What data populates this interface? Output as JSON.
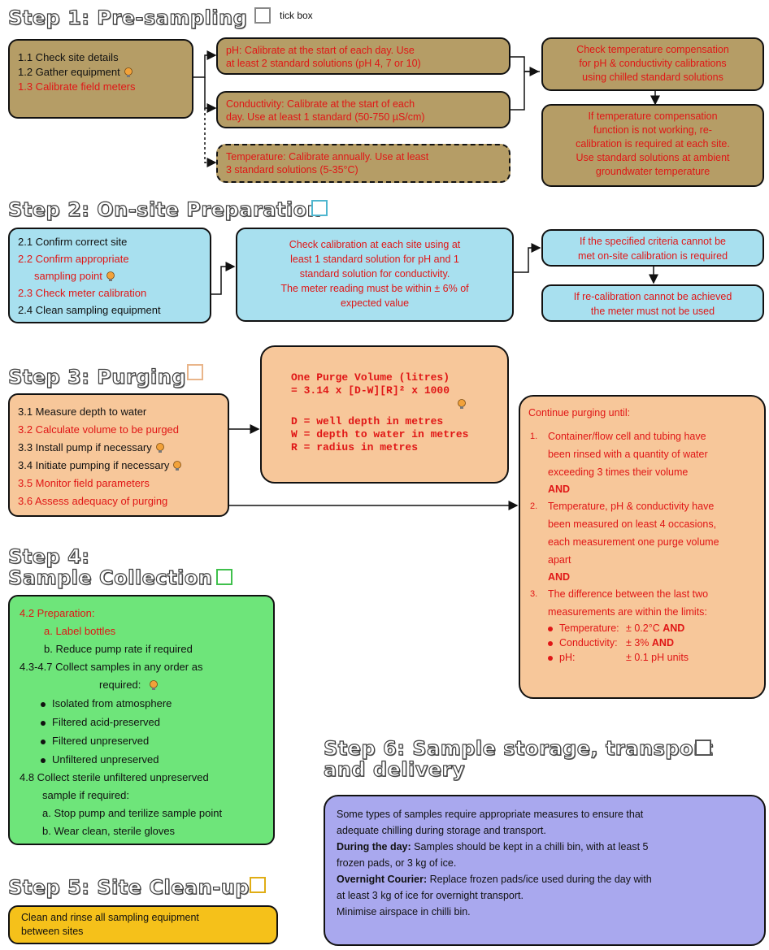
{
  "step1": {
    "title": "Step 1: Pre-sampling",
    "tick_label": "tick box",
    "items": [
      "1.1  Check site details",
      "1.2  Gather equipment",
      "1.3  Calibrate field meters"
    ],
    "ph": [
      "pH: Calibrate at the start of each day. Use",
      "at least 2 standard solutions (pH 4, 7 or 10)"
    ],
    "conductivity": [
      "Conductivity: Calibrate at the start of each",
      "day. Use at least 1 standard (50-750 µS/cm)"
    ],
    "temperature": [
      "Temperature: Calibrate annually. Use at least",
      "3 standard solutions (5-35°C)"
    ],
    "compensation": [
      "Check temperature compensation",
      "for pH & conductivity calibrations",
      "using chilled standard solutions"
    ],
    "recalibration": [
      "If temperature compensation",
      "function is not working, re-",
      "calibration is required at each site.",
      "Use standard solutions at ambient",
      "groundwater temperature"
    ]
  },
  "step2": {
    "title": "Step 2: On-site Preparation",
    "items": [
      "2.1 Confirm correct site",
      "2.2 Confirm appropriate",
      "sampling point",
      "2.3 Check meter calibration",
      "2.4 Clean sampling equipment"
    ],
    "check": [
      "Check calibration at each site using at",
      "least 1 standard solution for pH and 1",
      "standard solution for conductivity.",
      "The meter reading must be within ± 6% of",
      "expected value"
    ],
    "criteria": [
      "If the specified criteria cannot be",
      "met on-site calibration is required"
    ],
    "cannot": [
      "If re-calibration cannot be achieved",
      "the meter must not be used"
    ]
  },
  "step3": {
    "title": "Step 3: Purging",
    "items": [
      "3.1 Measure depth to water",
      "3.2 Calculate volume to be purged",
      "3.3 Install pump if necessary",
      "3.4 Initiate pumping if necessary",
      "3.5 Monitor field parameters",
      "3.6 Assess adequacy of purging"
    ],
    "formula": [
      "One Purge Volume (litres)",
      "= 3.14 x [D-W][R]² x 1000"
    ],
    "defs": [
      "D = well depth in metres",
      "W = depth to water in metres",
      "R = radius in metres"
    ],
    "continue": {
      "head": "Continue purging until:",
      "c1": [
        "Container/flow cell and tubing have",
        "been rinsed with a quantity of water",
        "exceeding 3 times their volume"
      ],
      "and": "AND",
      "c2": [
        "Temperature, pH & conductivity have",
        "been measured on least 4 occasions,",
        "each measurement one purge volume",
        "apart"
      ],
      "c3": [
        "The difference between the last two",
        "measurements are within the limits:"
      ],
      "limits": [
        {
          "name": "Temperature:",
          "value": "± 0.2°C",
          "suffix": "AND"
        },
        {
          "name": "Conductivity:",
          "value": "± 3%",
          "suffix": "AND"
        },
        {
          "name": "pH:",
          "value": "± 0.1 pH units",
          "suffix": ""
        }
      ]
    }
  },
  "step4": {
    "title_line1": "Step 4:",
    "title_line2": "Sample Collection",
    "prep": "4.2 Preparation:",
    "prep_a": "a. Label bottles",
    "prep_b": "b. Reduce pump rate if required",
    "collect1": "4.3-4.7  Collect samples in any order as",
    "collect2": "required:",
    "bullets": [
      "Isolated from atmosphere",
      "Filtered acid-preserved",
      "Filtered unpreserved",
      "Unfiltered unpreserved"
    ],
    "sterile1": "4.8 Collect sterile unfiltered unpreserved",
    "sterile2": "sample if required:",
    "sterile_a": "a. Stop pump and terilize sample point",
    "sterile_b": "b. Wear clean, sterile gloves"
  },
  "step5": {
    "title": "Step 5: Site Clean-up",
    "text": [
      "Clean and rinse all sampling equipment",
      "between sites"
    ]
  },
  "step6": {
    "title_line1": "Step 6: Sample storage, transport",
    "title_line2": "and delivery",
    "intro": [
      "Some types of samples require appropriate measures to ensure that",
      "adequate chilling during storage and transport."
    ],
    "day_label": "During the day:",
    "day_text": [
      "Samples should be kept in a chilli bin, with at least 5",
      "frozen pads, or 3 kg of ice."
    ],
    "courier_label": "Overnight Courier:",
    "courier_text": [
      "Replace frozen pads/ice used during the day with",
      "at least 3 kg of ice for overnight transport."
    ],
    "minimise": "Minimise airspace in chilli bin."
  },
  "colors": {
    "olive": "#b59d66",
    "blue": "#a8e0ef",
    "orange": "#f7c79a",
    "green": "#6ee57a",
    "yellow": "#f5c11a",
    "lavender": "#a9a8ee",
    "red_text": "#e01616"
  }
}
